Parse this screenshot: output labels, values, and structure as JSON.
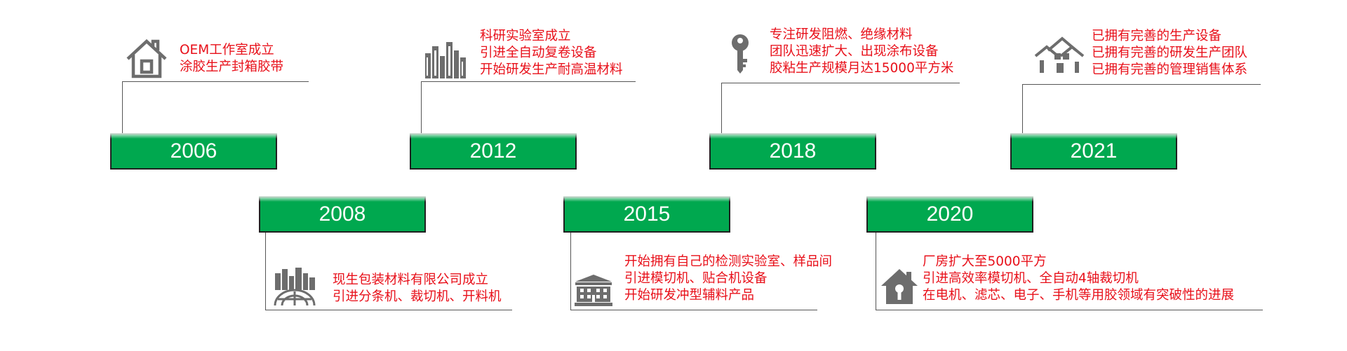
{
  "colors": {
    "year_box_fill": "#00a84f",
    "year_box_border": "#202020",
    "year_text": "#ffffff",
    "description_text": "#e8101a",
    "connector_line": "#555555",
    "icon_gray": "#6d6d6d"
  },
  "timeline": [
    {
      "year": "2006",
      "icon": "house-outline-icon",
      "lines": [
        "OEM工作室成立",
        "涂胶生产封箱胶带"
      ]
    },
    {
      "year": "2008",
      "icon": "city-globe-icon",
      "lines": [
        "现生包装材料有限公司成立",
        "引进分条机、裁切机、开料机"
      ]
    },
    {
      "year": "2012",
      "icon": "city-buildings-icon",
      "lines": [
        "科研实验室成立",
        "引进全自动复卷设备",
        "开始研发生产耐高温材料"
      ]
    },
    {
      "year": "2015",
      "icon": "institution-building-icon",
      "lines": [
        "开始拥有自己的检测实验室、样品间",
        "引进模切机、贴合机设备",
        "开始研发冲型辅料产品"
      ]
    },
    {
      "year": "2018",
      "icon": "key-icon",
      "lines": [
        "专注研发阻燃、绝缘材料",
        "团队迅速扩大、出现涂布设备",
        "胶粘生产规模月达15000平方米"
      ]
    },
    {
      "year": "2020",
      "icon": "house-keyhole-icon",
      "lines": [
        "厂房扩大至5000平方",
        "引进高效率模切机、全自动4轴裁切机",
        "在电机、滤芯、电子、手机等用胶领域有突破性的进展"
      ]
    },
    {
      "year": "2021",
      "icon": "houses-group-icon",
      "lines": [
        "已拥有完善的生产设备",
        "已拥有完善的研发生产团队",
        "已拥有完善的管理销售体系"
      ]
    }
  ]
}
